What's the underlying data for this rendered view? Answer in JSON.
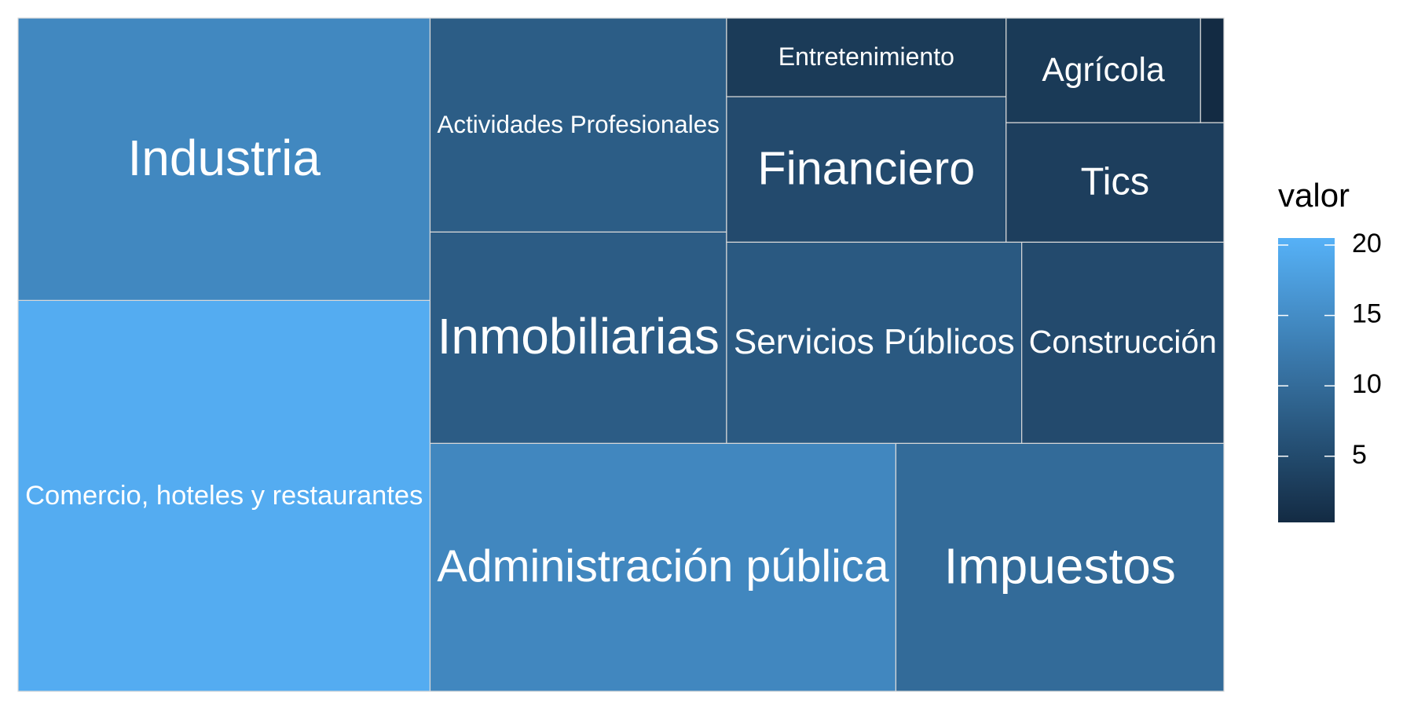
{
  "chart_data": {
    "type": "treemap",
    "fill_variable": "valor",
    "color_low": "#132B43",
    "color_high": "#56B1F7",
    "color_range": [
      0.3,
      20.5
    ],
    "legend": {
      "title": "valor",
      "ticks": [
        5,
        10,
        15,
        20
      ],
      "tick_labels": [
        "5",
        "10",
        "15",
        "20"
      ],
      "placement": "right"
    },
    "items": [
      {
        "label": "Comercio, hoteles y restaurantes",
        "value": 19.8
      },
      {
        "label": "Industria",
        "value": 14.3
      },
      {
        "label": "Administración pública",
        "value": 14.2
      },
      {
        "label": "Impuestos",
        "value": 10.0
      },
      {
        "label": "Actividades Profesionales",
        "value": 7.8
      },
      {
        "label": "Inmobiliarias",
        "value": 7.7
      },
      {
        "label": "Servicios Públicos",
        "value": 7.3
      },
      {
        "label": "Construcción",
        "value": 5.0
      },
      {
        "label": "Financiero",
        "value": 5.0
      },
      {
        "label": "Tics",
        "value": 3.2
      },
      {
        "label": "Entretenimiento",
        "value": 2.7
      },
      {
        "label": "Agrícola",
        "value": 2.5
      },
      {
        "label": "",
        "value": 0.3
      }
    ]
  }
}
